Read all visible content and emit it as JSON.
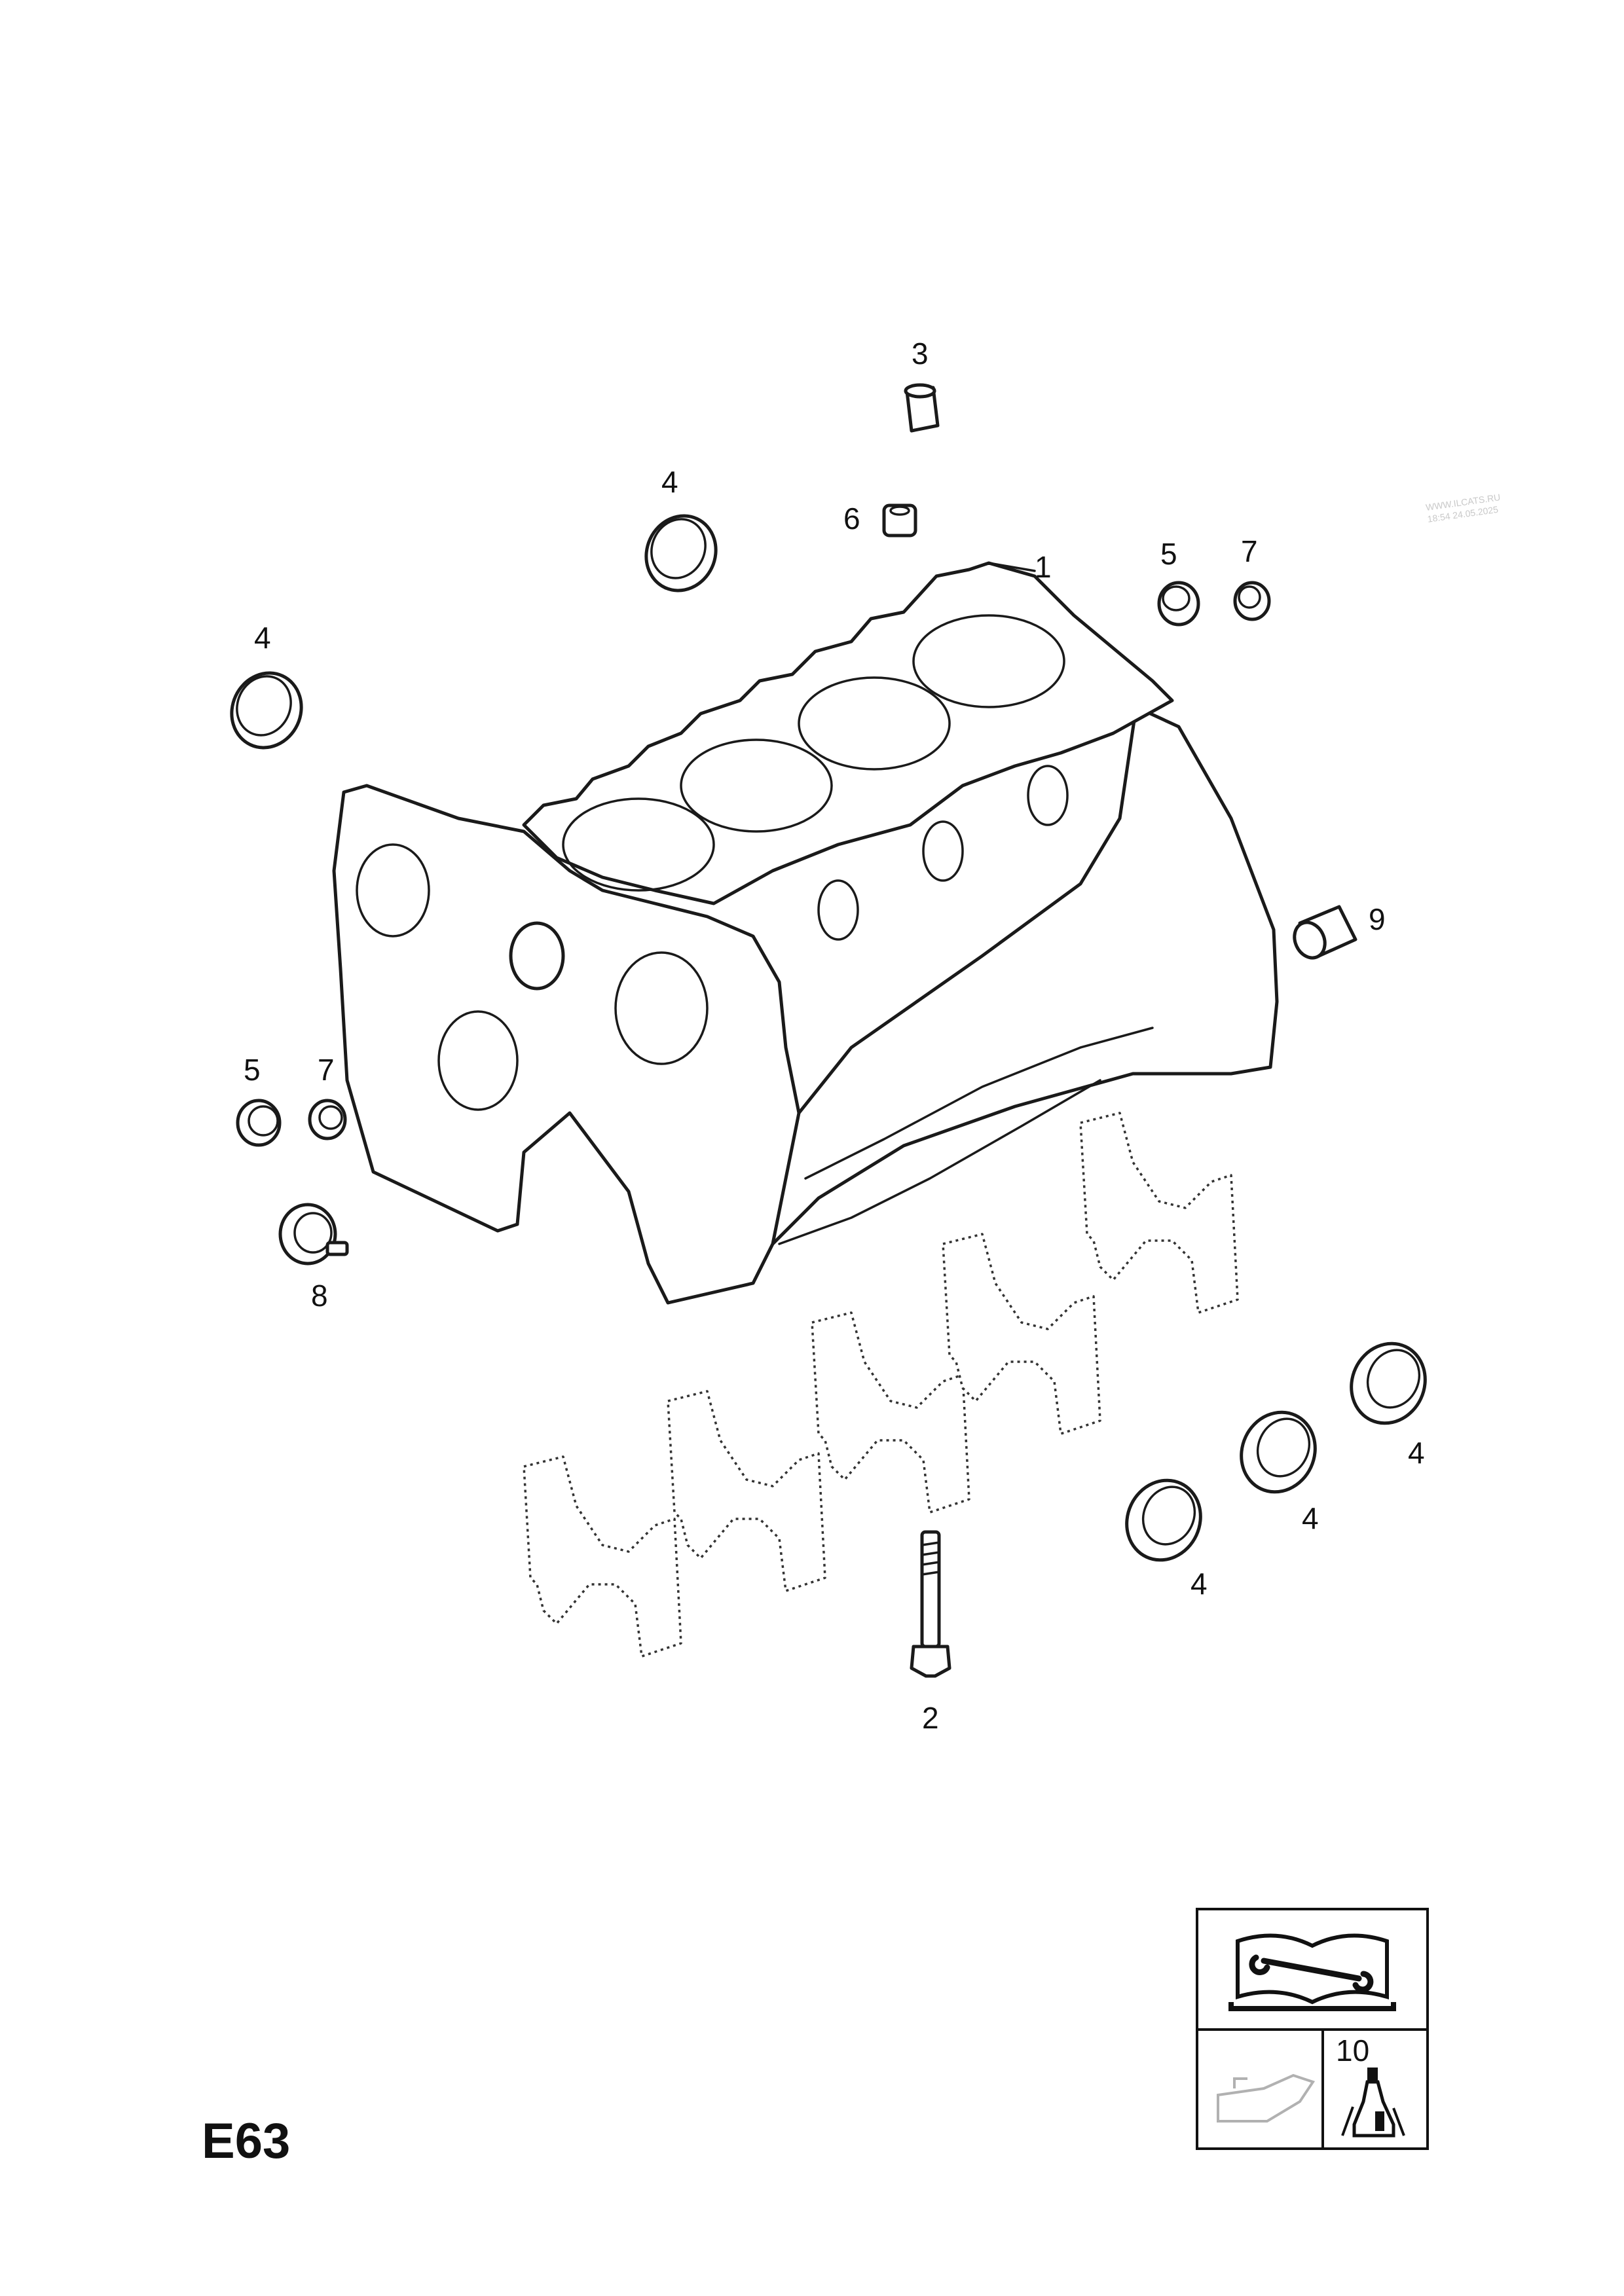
{
  "diagram": {
    "page_code": "E63",
    "watermark": [
      "WWW.ILCATS.RU",
      "18:54 24.05.2025"
    ],
    "callouts": [
      {
        "id": "c3",
        "label": "3"
      },
      {
        "id": "c4a",
        "label": "4"
      },
      {
        "id": "c6",
        "label": "6"
      },
      {
        "id": "c1",
        "label": "1"
      },
      {
        "id": "c5a",
        "label": "5"
      },
      {
        "id": "c7a",
        "label": "7"
      },
      {
        "id": "c4b",
        "label": "4"
      },
      {
        "id": "c9",
        "label": "9"
      },
      {
        "id": "c5b",
        "label": "5"
      },
      {
        "id": "c7b",
        "label": "7"
      },
      {
        "id": "c8",
        "label": "8"
      },
      {
        "id": "c4c",
        "label": "4"
      },
      {
        "id": "c4d",
        "label": "4"
      },
      {
        "id": "c4e",
        "label": "4"
      },
      {
        "id": "c2",
        "label": "2"
      }
    ],
    "legend_box": {
      "icons": [
        "repair-manual-icon",
        "oil-can-icon",
        "sealant-bottle-icon"
      ],
      "item_label": "10"
    }
  }
}
